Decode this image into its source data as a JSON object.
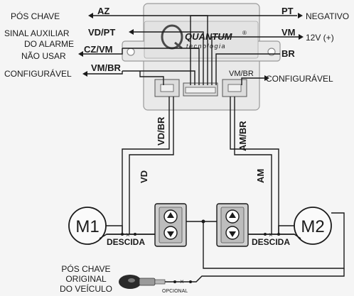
{
  "module": {
    "brand": "QUANTUM",
    "registered": "®",
    "subtitle": "tecnologia"
  },
  "left_wires": [
    {
      "code": "AZ",
      "label": "PÓS CHAVE"
    },
    {
      "code": "VD/PT",
      "label_line1": "SINAL AUXILIAR",
      "label_line2": "DO ALARME"
    },
    {
      "code": "CZ/VM",
      "label": "NÃO USAR"
    },
    {
      "code": "VM/BR",
      "label": "CONFIGURÁVEL"
    }
  ],
  "right_wires": [
    {
      "code": "PT",
      "label": "NEGATIVO"
    },
    {
      "code": "VM",
      "label": "12V (+)"
    },
    {
      "code": "BR",
      "label": ""
    },
    {
      "code": "VM/BR",
      "label": "CONFIGURÁVEL"
    }
  ],
  "vertical_labels": {
    "left_top": "VD/BR",
    "left_bottom": "VD",
    "right_top": "AM/BR",
    "right_bottom": "AM"
  },
  "motors": {
    "left": "M1",
    "right": "M2"
  },
  "descida_label": "DESCIDA",
  "cut_mark": "×",
  "key": {
    "line1": "PÓS CHAVE",
    "line2": "ORIGINAL",
    "line3": "DO VEÍCULO",
    "optional": "OPCIONAL"
  },
  "colors": {
    "ink": "#1a1a1a",
    "module": "#e6e6e6",
    "switch": "#c9c9c9"
  }
}
